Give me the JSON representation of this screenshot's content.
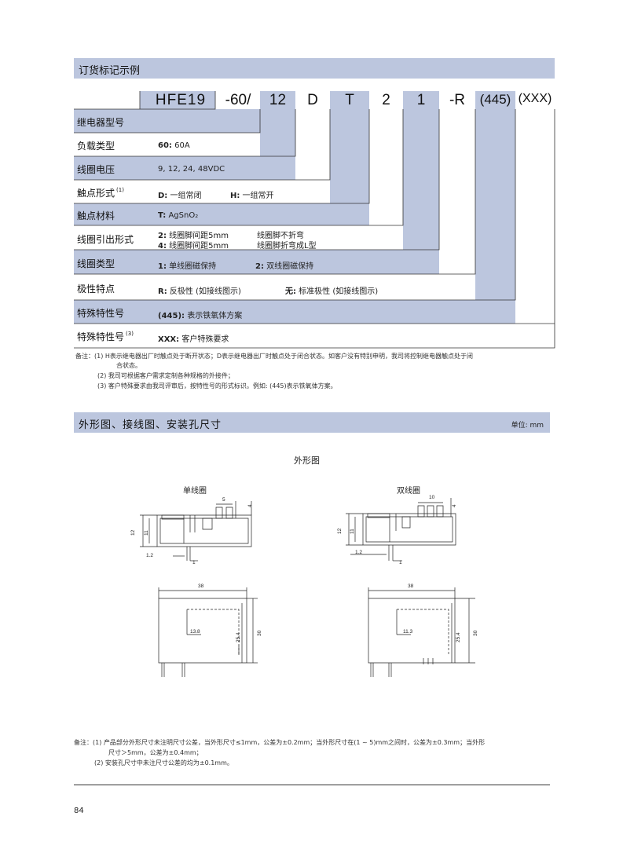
{
  "ordering": {
    "title": "订货标记示例",
    "code_parts": [
      "HFE19",
      "-60/",
      "12",
      "D",
      "T",
      "2",
      "1",
      "-R",
      "(445)",
      "(XXX)"
    ],
    "rows": [
      {
        "label": "继电器型号",
        "label_sup": "",
        "values": []
      },
      {
        "label": "负载类型",
        "label_sup": "",
        "values": [
          {
            "key": "60:",
            "text": " 60A"
          }
        ]
      },
      {
        "label": "线圈电压",
        "label_sup": "",
        "values": [
          {
            "key": "",
            "text": "9, 12, 24, 48VDC"
          }
        ]
      },
      {
        "label": "触点形式",
        "label_sup": "(1)",
        "values": [
          {
            "key": "D:",
            "text": " 一组常闭"
          },
          {
            "key": "H:",
            "text": " 一组常开"
          }
        ]
      },
      {
        "label": "触点材料",
        "label_sup": "",
        "values": [
          {
            "key": "T:",
            "text": " AgSnO₂"
          }
        ]
      },
      {
        "label": "线圈引出形式",
        "label_sup": "",
        "values": [
          {
            "key": "2:",
            "text": " 线圈脚间距5mm"
          },
          {
            "key": "",
            "text": "线圈脚不折弯"
          },
          {
            "key": "4:",
            "text": " 线圈脚间距5mm"
          },
          {
            "key": "",
            "text": "线圈脚折弯成L型"
          }
        ]
      },
      {
        "label": "线圈类型",
        "label_sup": "",
        "values": [
          {
            "key": "1:",
            "text": " 单线圈磁保持"
          },
          {
            "key": "2:",
            "text": " 双线圈磁保持"
          }
        ]
      },
      {
        "label": "极性特点",
        "label_sup": "",
        "values": [
          {
            "key": "R:",
            "text": " 反极性 (如接线图示)"
          },
          {
            "key": "无:",
            "text": " 标准极性 (如接线图示)"
          }
        ]
      },
      {
        "label": "特殊特性号",
        "label_sup": "",
        "values": [
          {
            "key": "(445):",
            "text": " 表示铁氧体方案"
          }
        ]
      },
      {
        "label": "特殊特性号",
        "label_sup": "(3)",
        "values": [
          {
            "key": "XXX:",
            "text": " 客户特殊要求"
          }
        ]
      }
    ],
    "notes": [
      "备注：(1)   H表示继电器出厂时触点处于断开状态；D表示继电器出厂时触点处于闭合状态。如客户没有特别申明，我司将控制继电器触点处于闭",
      "合状态。",
      "(2)  我司可根据客户需求定制各种规格的外接件；",
      "(3)  客户特殊要求由我司评审后，按特性号的形式标识。例如: (445)表示铁氧体方案。"
    ]
  },
  "outline": {
    "title": "外形图、接线图、安装孔尺寸",
    "unit": "单位: mm",
    "subtitle": "外形图",
    "single_coil": {
      "label": "单线圈",
      "dims": {
        "top_w": "5",
        "top_h": "4",
        "h1": "12",
        "h2": "11",
        "pin1": "1.2",
        "pin2": "1",
        "width": "38",
        "offset": "13.8",
        "h3": "25.4",
        "h4": "30"
      }
    },
    "double_coil": {
      "label": "双线圈",
      "dims": {
        "top_w": "10",
        "top_h": "4",
        "h1": "12",
        "h2": "11",
        "pin1": "1.2",
        "pin2": "1",
        "width": "38",
        "offset": "11.3",
        "h3": "25.4",
        "h4": "30"
      }
    },
    "notes": [
      "备注：(1)  产品部分外形尺寸未注明尺寸公差，当外形尺寸≤1mm，公差为±0.2mm；当外形尺寸在(1 ~ 5)mm之间时，公差为±0.3mm；当外形",
      "尺寸＞5mm，公差为±0.4mm；",
      "(2)  安装孔尺寸中未注尺寸公差的均为±0.1mm。"
    ]
  },
  "page_number": "84"
}
